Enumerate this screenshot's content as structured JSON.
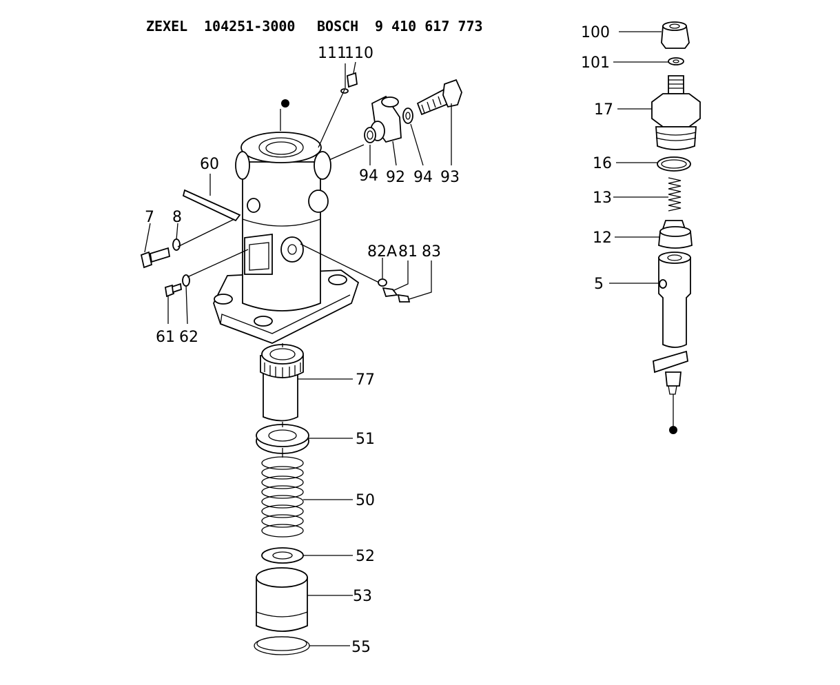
{
  "header": {
    "maker": "ZEXEL",
    "maker_number": "104251-3000",
    "oem": "BOSCH",
    "oem_number": "9 410 617 773"
  },
  "callouts": {
    "p7": "7",
    "p8": "8",
    "p60": "60",
    "p61": "61",
    "p62": "62",
    "p111": "111",
    "p110": "110",
    "p94a": "94",
    "p92": "92",
    "p94b": "94",
    "p93": "93",
    "p82a": "82A",
    "p81": "81",
    "p83": "83",
    "p77": "77",
    "p51": "51",
    "p50": "50",
    "p52": "52",
    "p53": "53",
    "p55": "55",
    "p100": "100",
    "p101": "101",
    "p17": "17",
    "p16": "16",
    "p13": "13",
    "p12": "12",
    "p5": "5"
  }
}
